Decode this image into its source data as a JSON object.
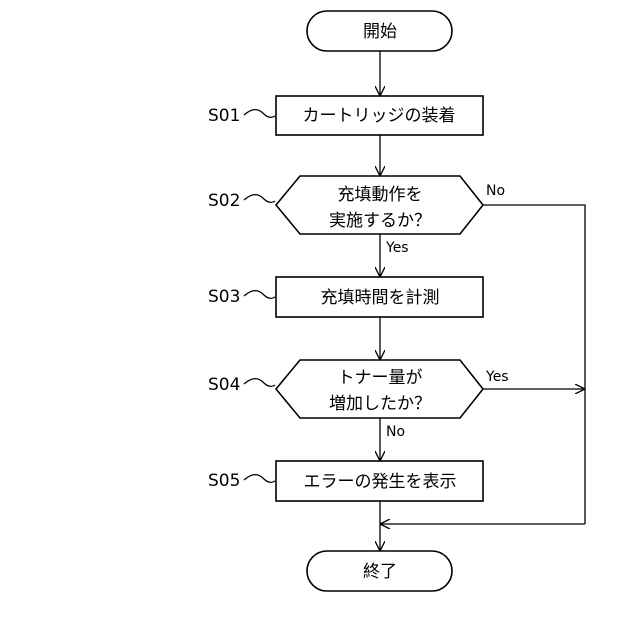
{
  "flowchart": {
    "start": "開始",
    "end": "終了",
    "steps": [
      {
        "id": "S01",
        "lines": [
          "カートリッジの装着"
        ]
      },
      {
        "id": "S02",
        "lines": [
          "充填動作を",
          "実施するか？"
        ]
      },
      {
        "id": "S03",
        "lines": [
          "充填時間を計測"
        ]
      },
      {
        "id": "S04",
        "lines": [
          "トナー量が",
          "増加したか？"
        ]
      },
      {
        "id": "S05",
        "lines": [
          "エラーの発生を表示"
        ]
      }
    ],
    "branches": {
      "s02_yes": "Yes",
      "s02_no": "No",
      "s04_yes": "Yes",
      "s04_no": "No"
    }
  }
}
